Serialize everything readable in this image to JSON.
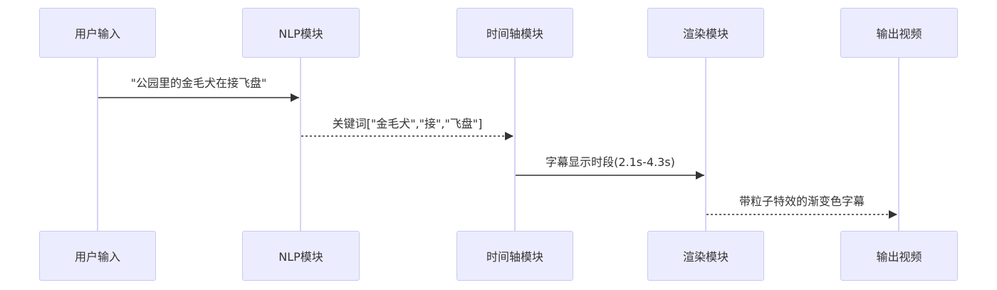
{
  "actors": [
    {
      "id": "user",
      "label": "用户输入"
    },
    {
      "id": "nlp",
      "label": "NLP模块"
    },
    {
      "id": "timeline",
      "label": "时间轴模块"
    },
    {
      "id": "render",
      "label": "渲染模块"
    },
    {
      "id": "output",
      "label": "输出视频"
    }
  ],
  "messages": [
    {
      "from": "user",
      "to": "nlp",
      "label": "\"公园里的金毛犬在接飞盘\"",
      "style": "solid"
    },
    {
      "from": "nlp",
      "to": "timeline",
      "label": "关键词[\"金毛犬\",\"接\",\"飞盘\"]",
      "style": "dashed"
    },
    {
      "from": "timeline",
      "to": "render",
      "label": "字幕显示时段(2.1s-4.3s)",
      "style": "solid"
    },
    {
      "from": "render",
      "to": "output",
      "label": "带粒子特效的渐变色字幕",
      "style": "dashed"
    }
  ],
  "colors": {
    "actor_fill": "#ECECFF",
    "actor_border": "#C9C9F0",
    "lifeline": "#D6D3F5",
    "arrow": "#333333",
    "text": "#333333"
  }
}
